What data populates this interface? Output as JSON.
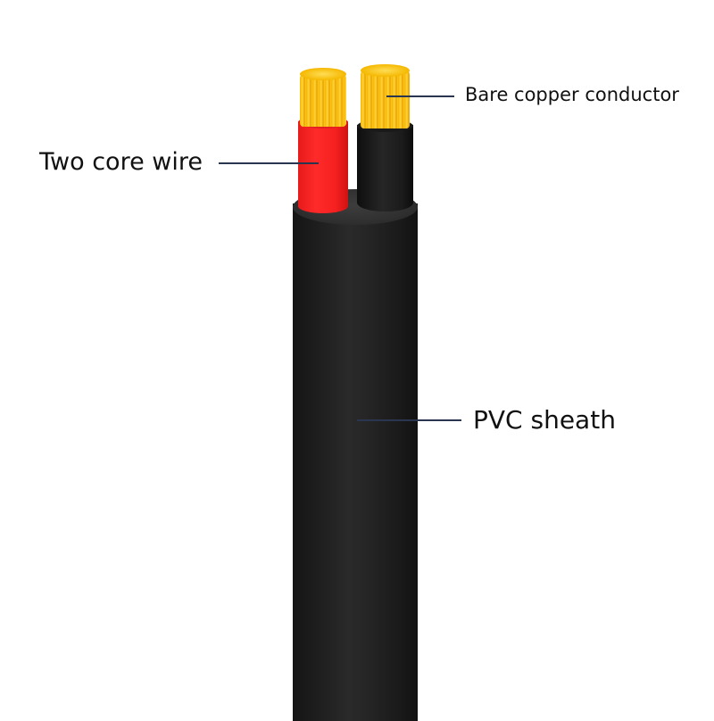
{
  "diagram": {
    "type": "cable-cross-section",
    "labels": {
      "conductor": "Bare copper conductor",
      "core": "Two core wire",
      "sheath": "PVC sheath"
    },
    "colors": {
      "background": "#ffffff",
      "copper": "#f5b800",
      "red_core": "#f52020",
      "black_core": "#1b1b1b",
      "sheath": "#1e1e1e",
      "leader_line": "#2a3550"
    }
  }
}
